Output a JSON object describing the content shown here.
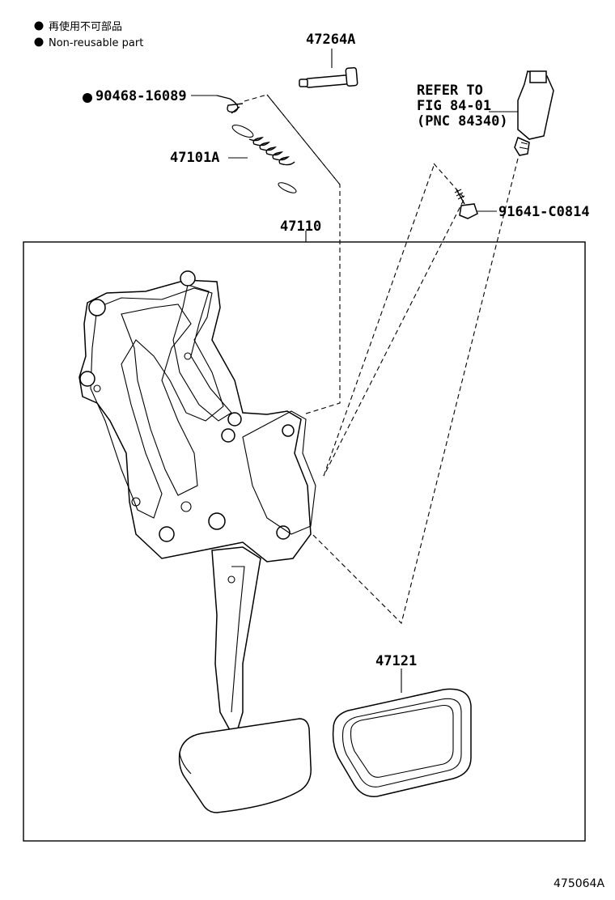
{
  "legend": {
    "items": [
      {
        "marker": "●",
        "text": "再使用不可部品"
      },
      {
        "marker": "●",
        "text": "Non-reusable part"
      }
    ]
  },
  "parts": {
    "pin": {
      "number": "47264A"
    },
    "clip": {
      "number": "90468-16089",
      "non_reusable": true
    },
    "spring": {
      "number": "47101A"
    },
    "pedal_assembly": {
      "number": "47110"
    },
    "pedal_pad": {
      "number": "47121"
    },
    "screw": {
      "number": "91641-C0814"
    },
    "switch": {
      "refer_lines": [
        "REFER TO",
        "FIG 84-01",
        "(PNC 84340)"
      ]
    }
  },
  "figure_number": "475064A",
  "colors": {
    "line": "#000000",
    "background": "#ffffff"
  }
}
